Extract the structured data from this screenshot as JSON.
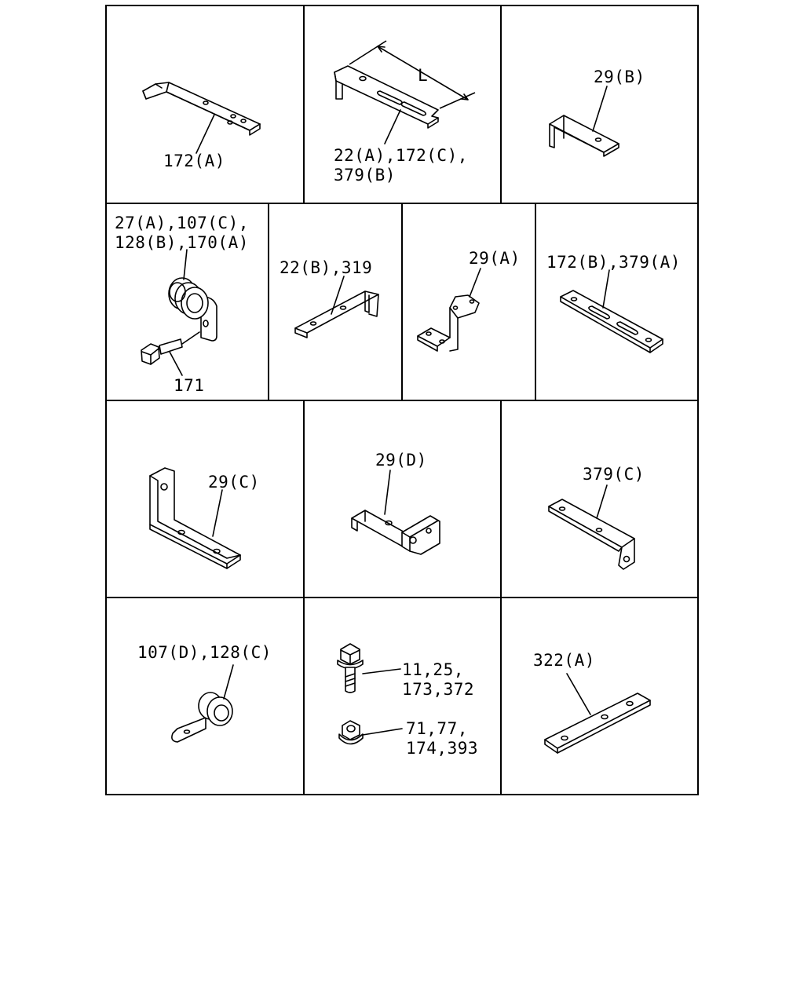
{
  "cells": {
    "r1c1": {
      "lines": [
        "172(A)"
      ]
    },
    "r1c2": {
      "dimension": "L",
      "lines": [
        "22(A),172(C),",
        "379(B)"
      ]
    },
    "r1c3": {
      "lines": [
        "29(B)"
      ]
    },
    "r2c1": {
      "lines": [
        "27(A),107(C),",
        "128(B),170(A)"
      ],
      "bolt": "171"
    },
    "r2c2": {
      "lines": [
        "22(B),319"
      ]
    },
    "r2c3": {
      "lines": [
        "29(A)"
      ]
    },
    "r2c4": {
      "lines": [
        "172(B),379(A)"
      ]
    },
    "r3c1": {
      "lines": [
        "29(C)"
      ]
    },
    "r3c2": {
      "lines": [
        "29(D)"
      ]
    },
    "r3c3": {
      "lines": [
        "379(C)"
      ]
    },
    "r4c1": {
      "lines": [
        "107(D),128(C)"
      ]
    },
    "r4c2": {
      "bolt_lines": [
        "11,25,",
        "173,372"
      ],
      "nut_lines": [
        "71,77,",
        "174,393"
      ]
    },
    "r4c3": {
      "lines": [
        "322(A)"
      ]
    }
  }
}
